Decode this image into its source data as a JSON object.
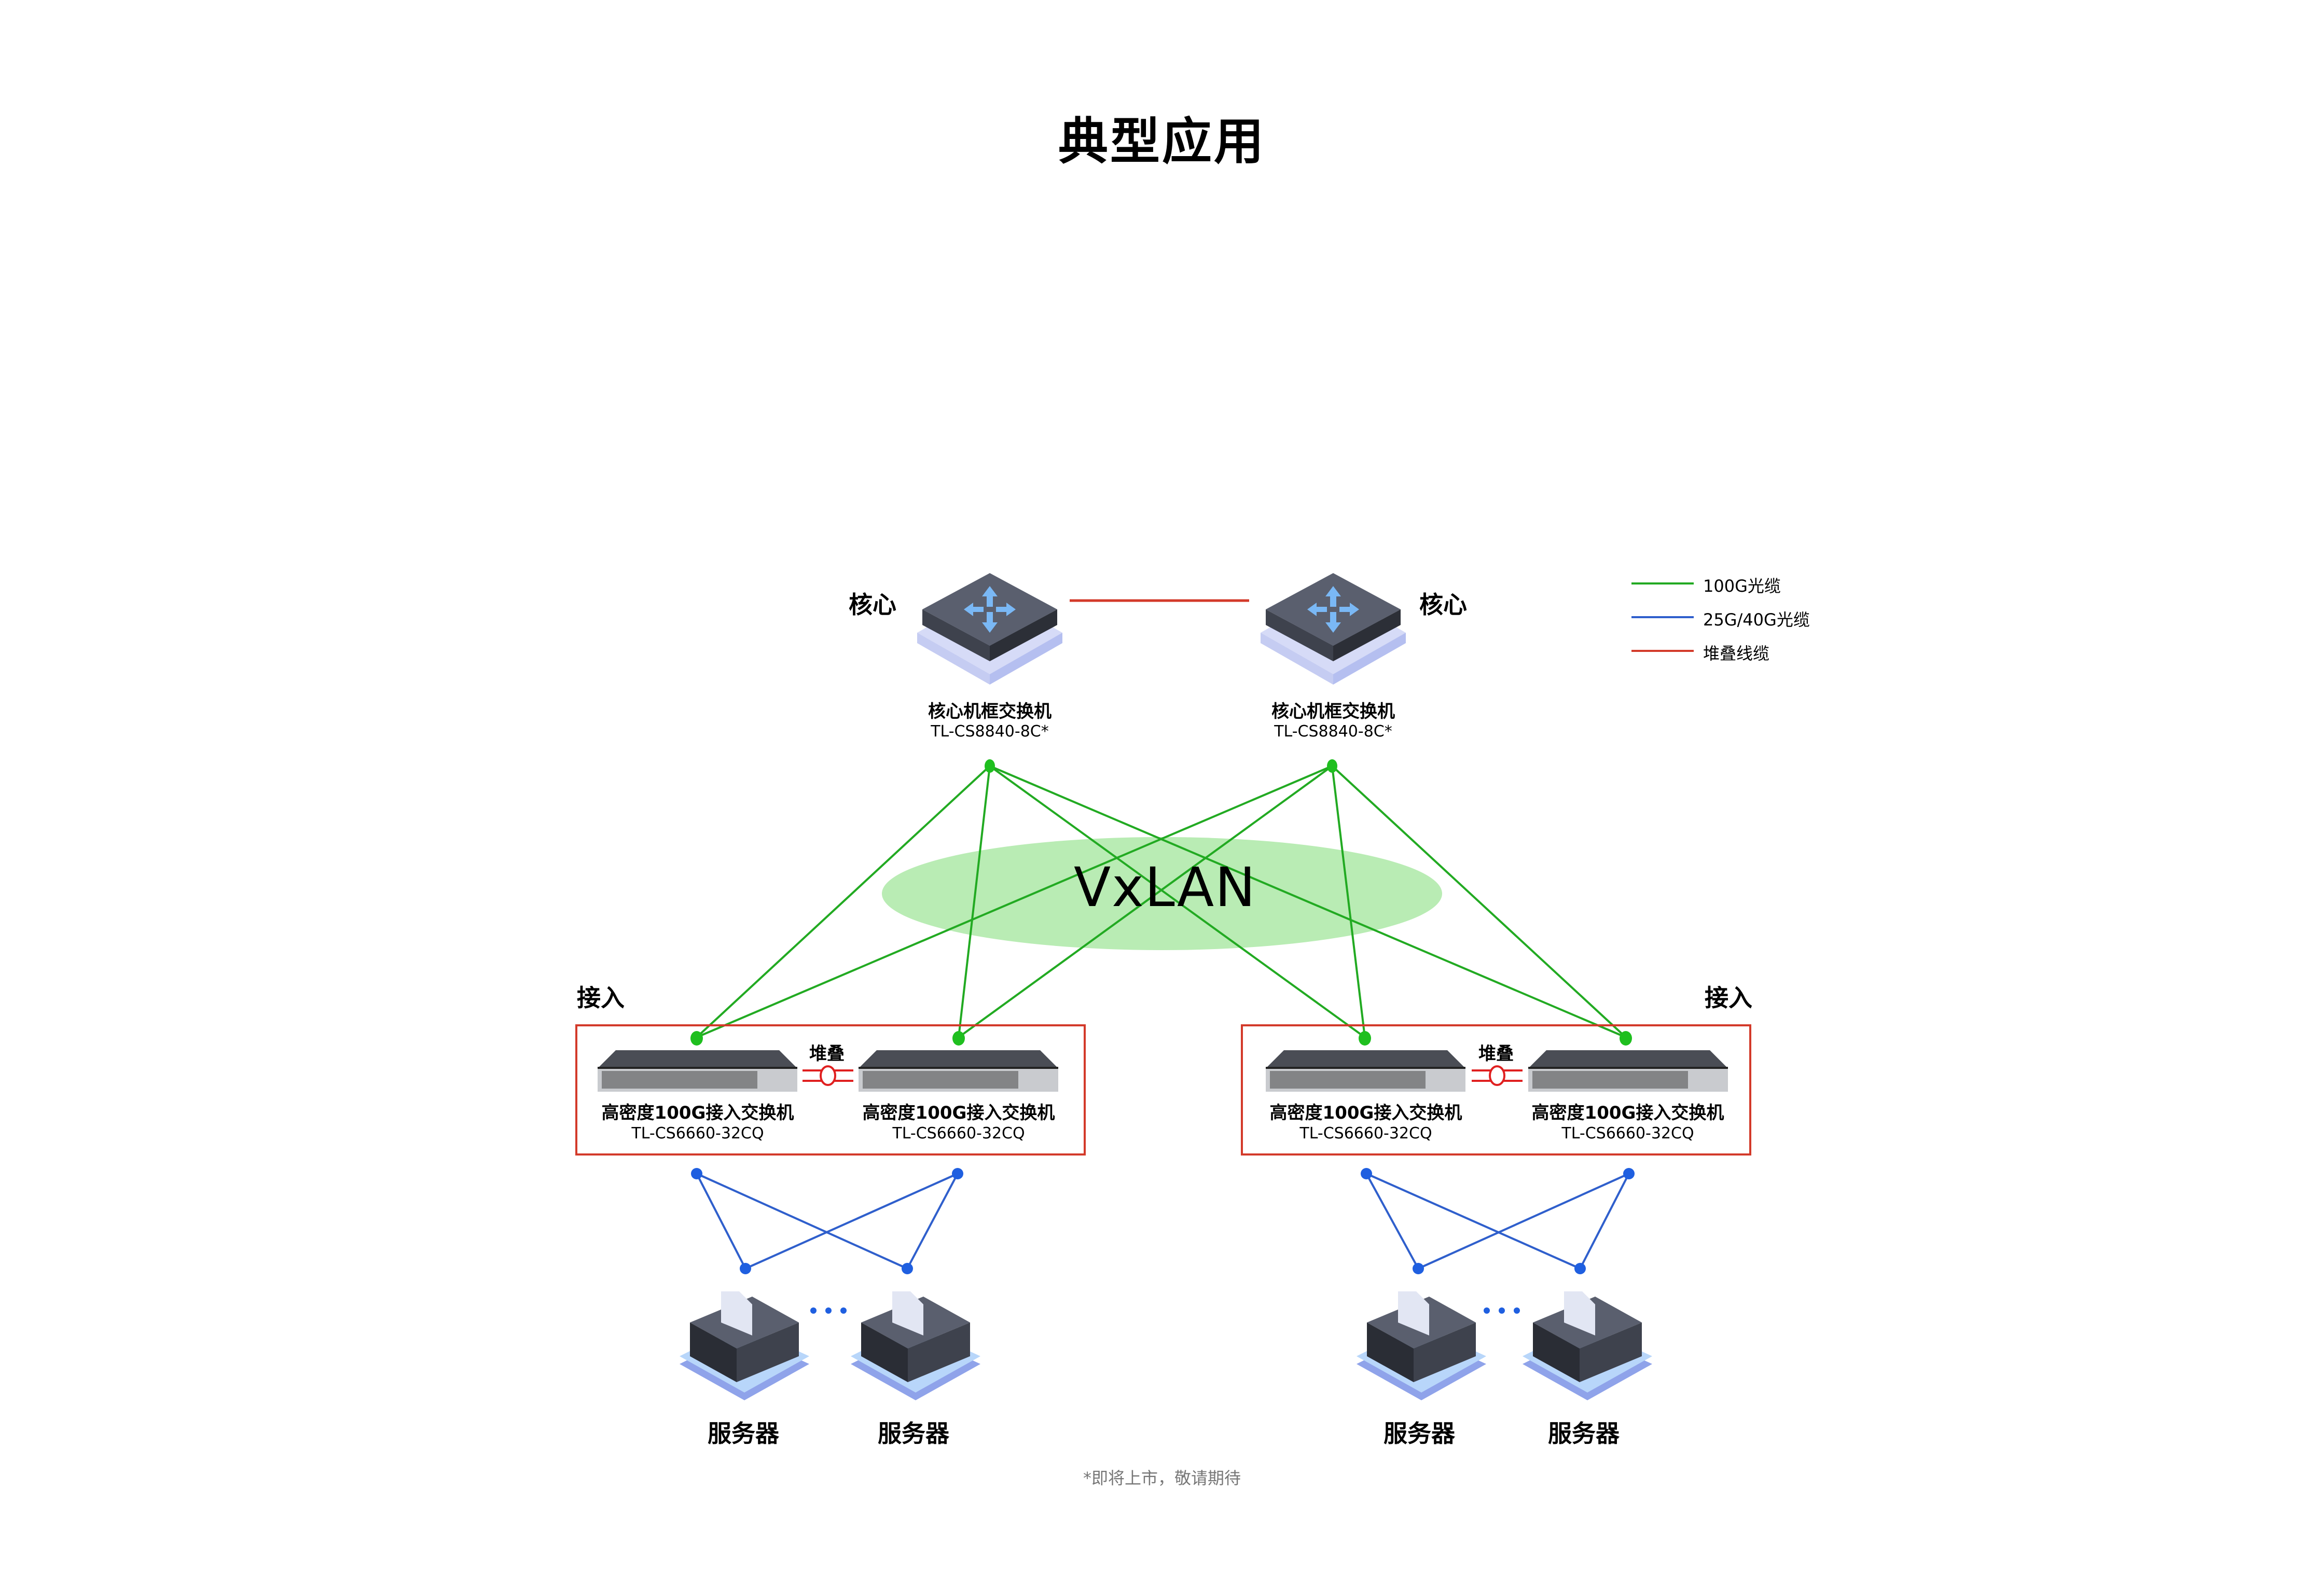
{
  "title": "典型应用",
  "tiers": {
    "core": "核心",
    "access": "接入"
  },
  "core_switches": [
    {
      "name": "核心机框交换机",
      "model": "TL-CS8840-8C*"
    },
    {
      "name": "核心机框交换机",
      "model": "TL-CS8840-8C*"
    }
  ],
  "overlay": {
    "label": "VxLAN"
  },
  "access_groups": [
    {
      "stack_label": "堆叠",
      "switches": [
        {
          "name": "高密度100G接入交换机",
          "model": "TL-CS6660-32CQ"
        },
        {
          "name": "高密度100G接入交换机",
          "model": "TL-CS6660-32CQ"
        }
      ],
      "servers": [
        "服务器",
        "服务器"
      ],
      "ellipsis": "···"
    },
    {
      "stack_label": "堆叠",
      "switches": [
        {
          "name": "高密度100G接入交换机",
          "model": "TL-CS6660-32CQ"
        },
        {
          "name": "高密度100G接入交换机",
          "model": "TL-CS6660-32CQ"
        }
      ],
      "servers": [
        "服务器",
        "服务器"
      ],
      "ellipsis": "···"
    }
  ],
  "legend": [
    {
      "label": "100G光缆",
      "color": "#22aa22"
    },
    {
      "label": "25G/40G光缆",
      "color": "#2f5fcc"
    },
    {
      "label": "堆叠线缆",
      "color": "#d33a2a"
    }
  ],
  "colors": {
    "link_100g": "#22aa22",
    "link_25g40g": "#2f5fcc",
    "link_stack": "#d33a2a",
    "vxlan_fill": "#b9ecb4",
    "node_green": "#1fbf1f",
    "node_blue": "#1f5fe0"
  },
  "footnote": "*即将上市，敬请期待"
}
